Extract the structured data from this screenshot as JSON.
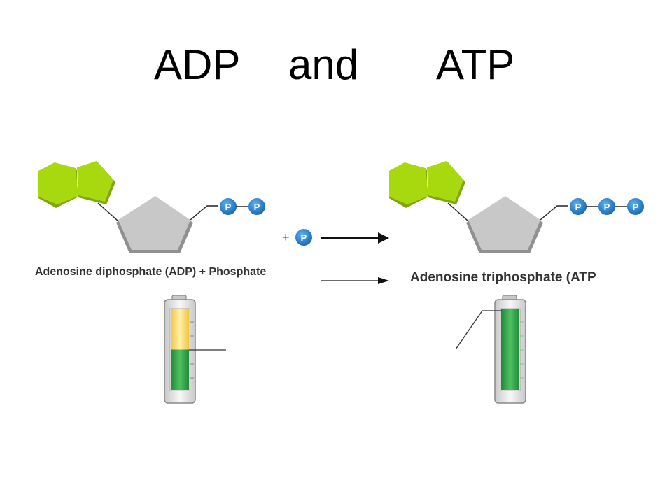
{
  "title": {
    "word1": "ADP",
    "word2": "and",
    "word3": "ATP"
  },
  "adp": {
    "label": "Adenosine diphosphate (ADP) + Phosphate",
    "phosphate_count": 2,
    "battery_charge": 0.5
  },
  "atp": {
    "label": "Adenosine triphosphate (ATP",
    "phosphate_count": 3,
    "battery_charge": 1.0
  },
  "reaction": {
    "plus": "+",
    "free_phosphate": "P"
  },
  "phosphate_symbol": "P",
  "colors": {
    "base": "#a8d90f",
    "ribose": "#c8c8c8",
    "phosphate": "#1c7fd0",
    "charge_green": "#3aaa4e",
    "charge_yellow": "#fbdc6a"
  }
}
